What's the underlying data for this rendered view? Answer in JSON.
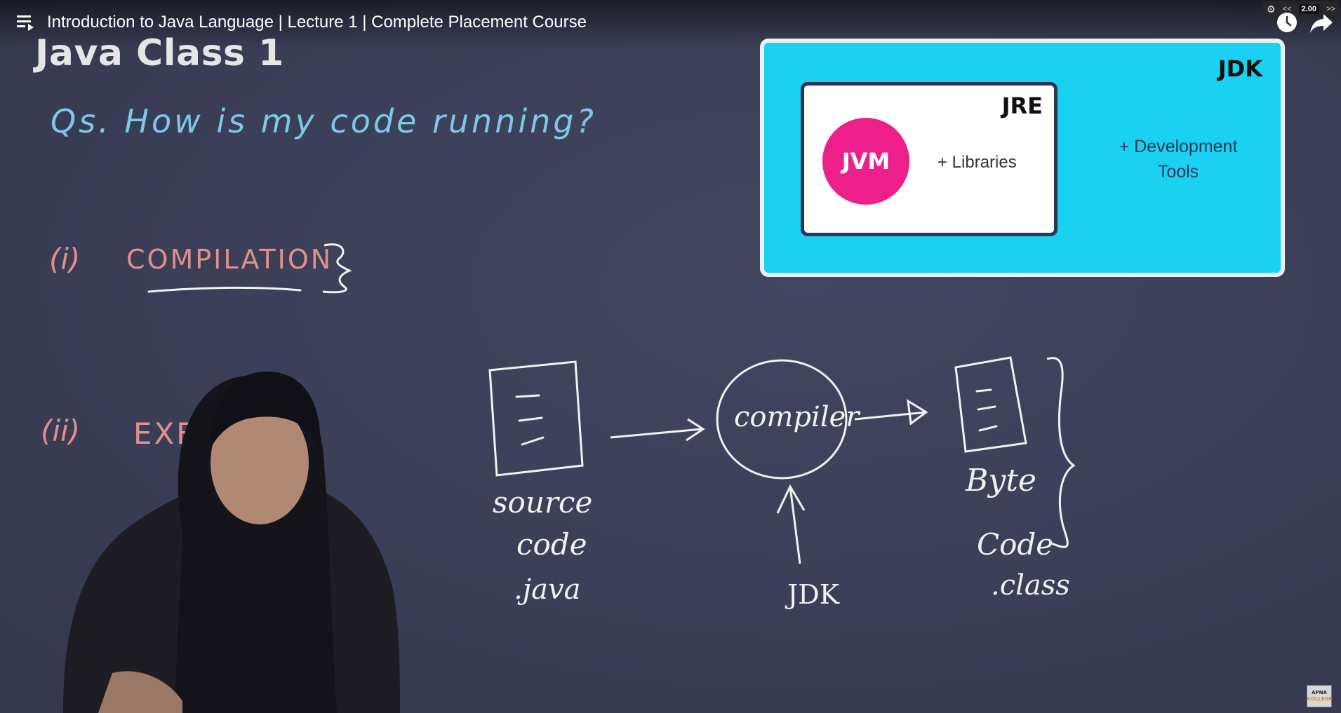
{
  "video": {
    "title": "Introduction to Java Language | Lecture 1 | Complete Placement Course",
    "playback_rate": "2.00",
    "speed_prev": "<<",
    "speed_next": ">>"
  },
  "slide": {
    "title": "Java Class 1",
    "question": "Qs. How is my code running?",
    "step_1_marker": "(i)",
    "step_1_label": "COMPILATION",
    "step_2_marker": "(ii)",
    "step_2_label": "EXE"
  },
  "jdk_diagram": {
    "jdk": "JDK",
    "jre": "JRE",
    "jvm": "JVM",
    "libraries": "+ Libraries",
    "dev_tools_line1": "+ Development",
    "dev_tools_line2": "Tools",
    "colors": {
      "jdk_fill": "#1ad1f2",
      "jvm_fill": "#ec1f8b"
    }
  },
  "flow_diagram": {
    "source_line1": "source",
    "source_line2": "code",
    "source_line3": ".java",
    "compiler": "compiler",
    "compiler_input": "JDK",
    "byte_line1": "Byte",
    "byte_line2": "Code",
    "byte_line3": ".class"
  },
  "branding": {
    "logo_line1": "APNA",
    "logo_line2": "COLLEGE"
  },
  "icons": [
    "playlist-icon",
    "settings-gear-icon",
    "watch-later-icon",
    "share-icon"
  ]
}
